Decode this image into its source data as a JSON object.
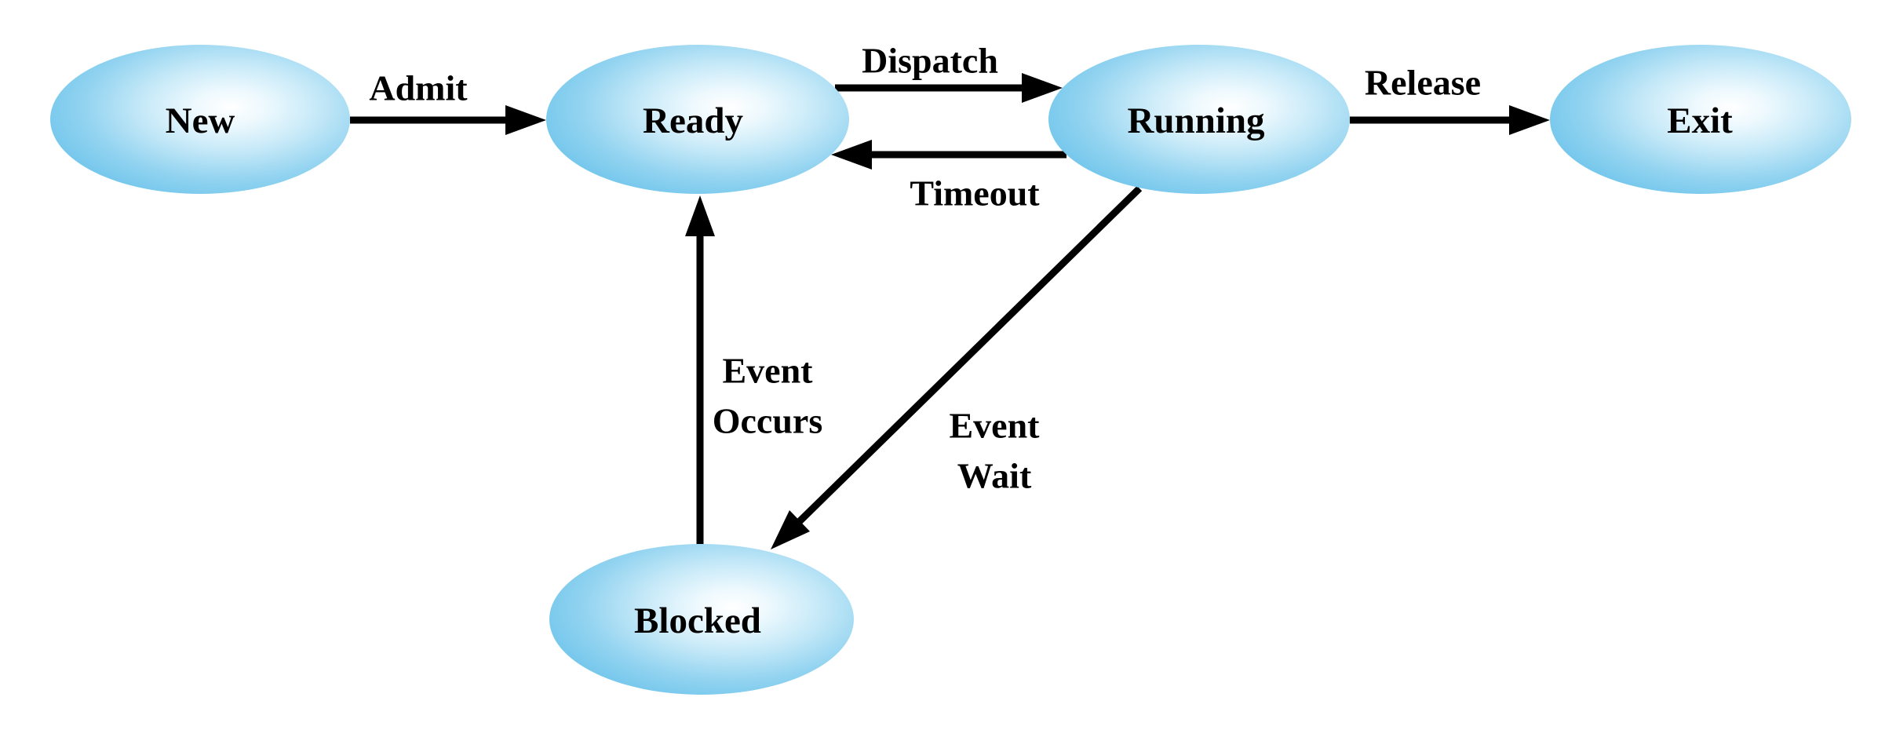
{
  "diagram": {
    "type": "process-state-transition-diagram",
    "background_color": "#ffffff",
    "node_gradient_center_color": "#ffffff",
    "node_gradient_edge_color": "#72c6ec",
    "arrow_color": "#000000",
    "text_color": "#000000",
    "nodes": [
      {
        "id": "new",
        "label": "New"
      },
      {
        "id": "ready",
        "label": "Ready"
      },
      {
        "id": "running",
        "label": "Running"
      },
      {
        "id": "exit",
        "label": "Exit"
      },
      {
        "id": "blocked",
        "label": "Blocked"
      }
    ],
    "transitions": [
      {
        "from": "new",
        "to": "ready",
        "label": "Admit"
      },
      {
        "from": "ready",
        "to": "running",
        "label": "Dispatch"
      },
      {
        "from": "running",
        "to": "ready",
        "label": "Timeout"
      },
      {
        "from": "running",
        "to": "exit",
        "label": "Release"
      },
      {
        "from": "blocked",
        "to": "ready",
        "label": "Event Occurs",
        "label_lines": [
          "Event",
          "Occurs"
        ]
      },
      {
        "from": "running",
        "to": "blocked",
        "label": "Event Wait",
        "label_lines": [
          "Event",
          "Wait"
        ]
      }
    ]
  }
}
